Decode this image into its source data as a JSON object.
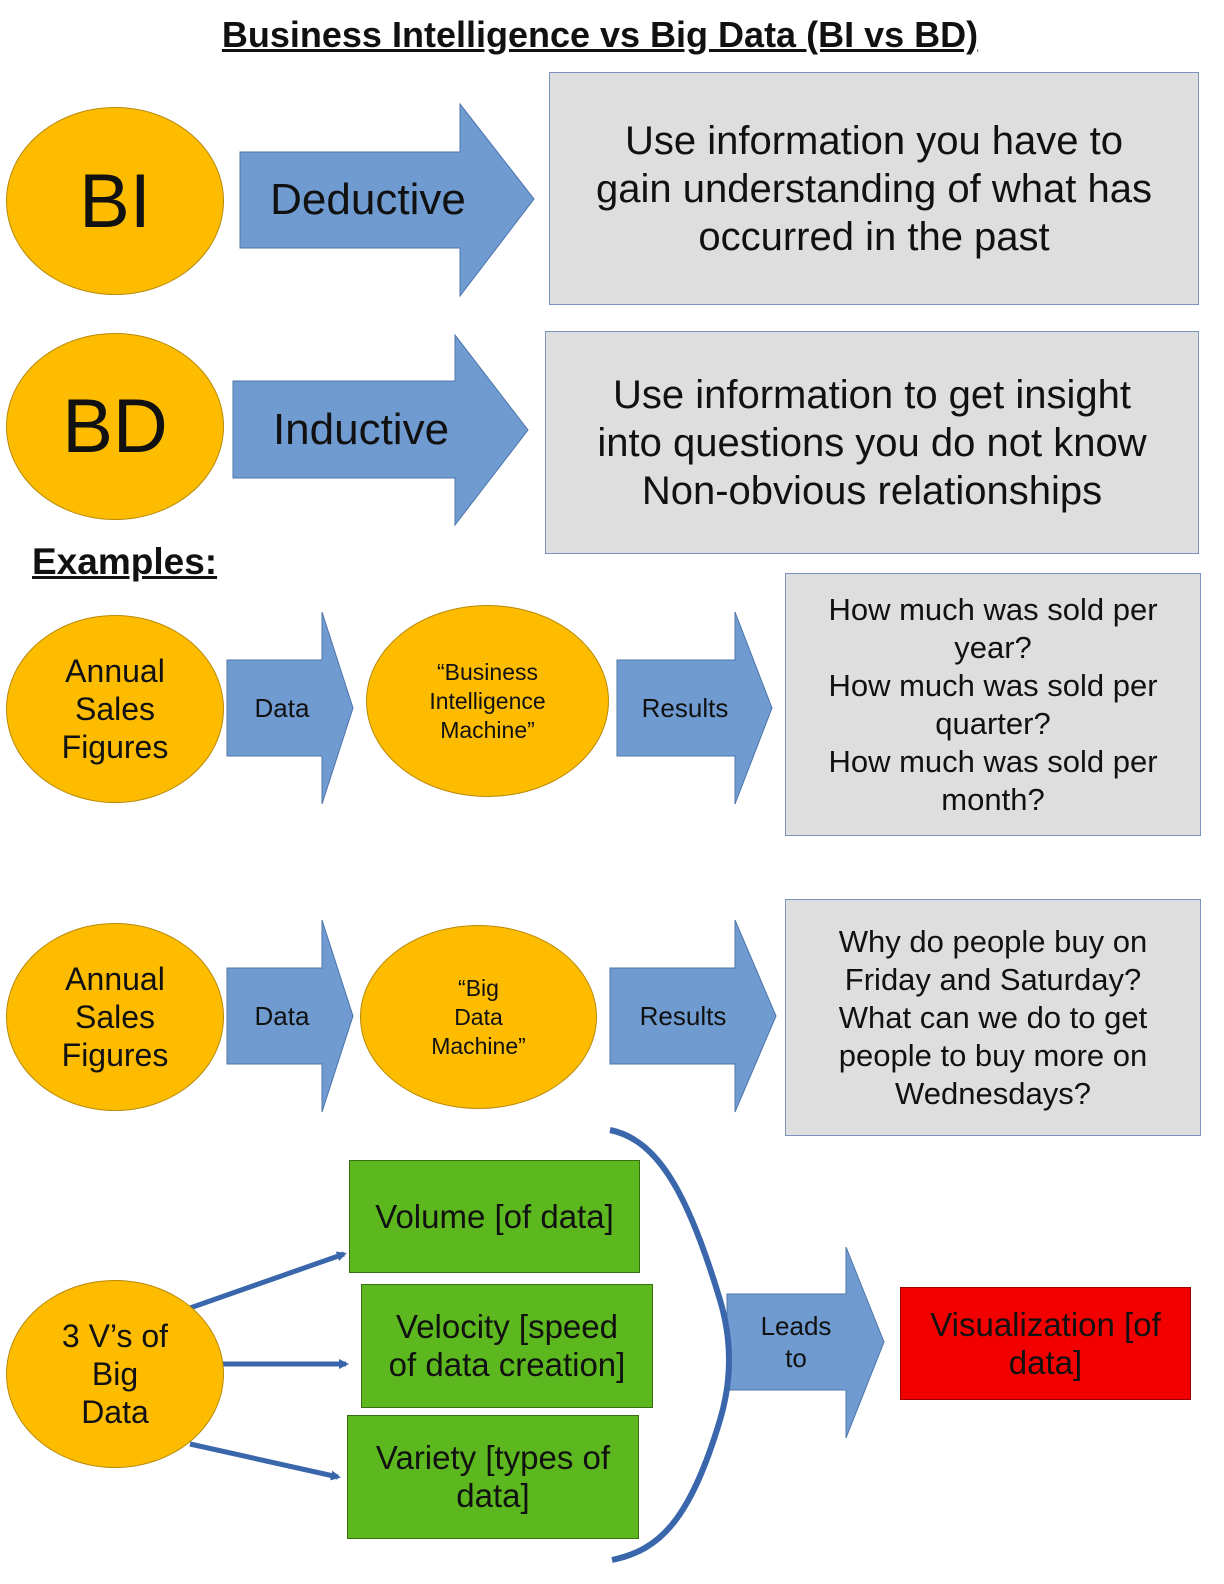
{
  "title": "Business Intelligence vs Big Data (BI vs BD)",
  "bi": {
    "label": "BI",
    "arrow_label": "Deductive",
    "description": "Use information you have to\ngain understanding of what has\noccurred in the past"
  },
  "bd": {
    "label": "BD",
    "arrow_label": "Inductive",
    "description": "Use information to get insight\ninto questions you do not know\nNon-obvious relationships"
  },
  "examples_heading": "Examples:",
  "example1": {
    "input": "Annual\nSales\nFigures",
    "data_label": "Data",
    "machine": "“Business\nIntelligence\nMachine”",
    "results_label": "Results",
    "results": "How much was sold per\nyear?\nHow much was sold per\nquarter?\nHow much was sold per\nmonth?"
  },
  "example2": {
    "input": "Annual\nSales\nFigures",
    "data_label": "Data",
    "machine": "“Big\nData\nMachine”",
    "results_label": "Results",
    "results": "Why do people buy on\nFriday and Saturday?\nWhat can we do to get\npeople to buy more on\nWednesdays?"
  },
  "three_vs": {
    "source": "3 V’s of\nBig\nData",
    "items": [
      "Volume [of data]",
      "Velocity [speed\nof data creation]",
      "Variety [types of\ndata]"
    ],
    "leads_label": "Leads\nto",
    "outcome": "Visualization [of\ndata]"
  },
  "colors": {
    "ellipse": "#fdbc00",
    "arrow": "#6f9bd1",
    "box": "#dedede",
    "green": "#5cb81e",
    "red": "#f20000",
    "connector": "#3a66ac"
  }
}
